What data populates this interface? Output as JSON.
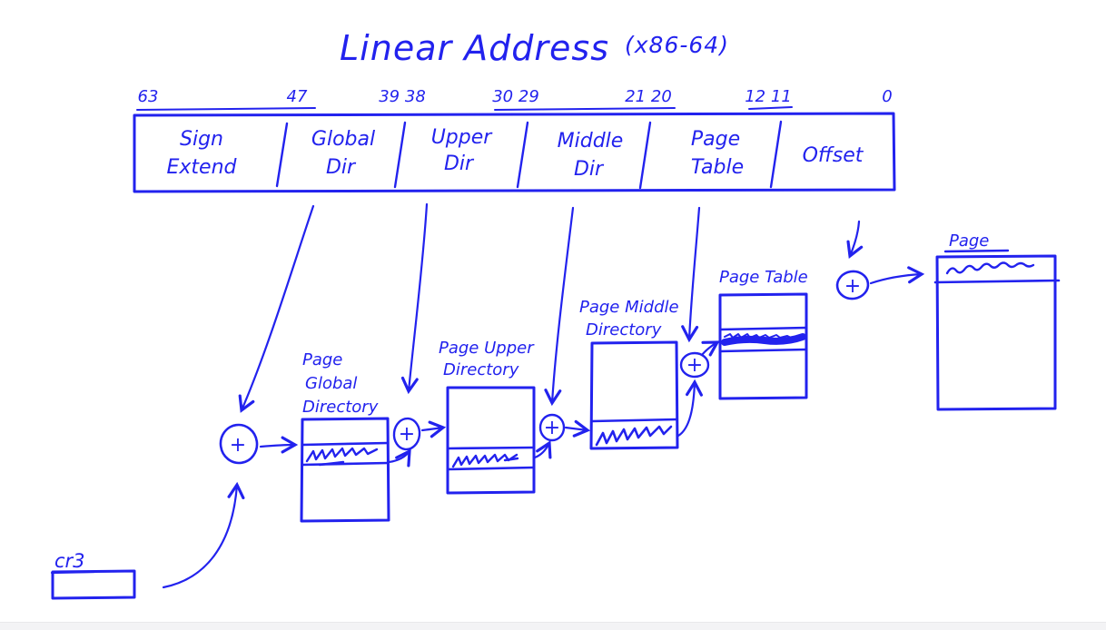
{
  "title": {
    "main": "Linear Address",
    "suffix": "(x86-64)"
  },
  "colors": {
    "ink": "#2222ee",
    "background": "#ffffff",
    "bottom_bar": "#f3f3f5"
  },
  "bitfield": {
    "bit_labels": [
      "63",
      "47",
      "39 38",
      "30 29",
      "21 20",
      "12 11",
      "0"
    ],
    "fields": [
      {
        "line1": "Sign",
        "line2": "Extend"
      },
      {
        "line1": "Global",
        "line2": "Dir"
      },
      {
        "line1": "Upper",
        "line2": "Dir"
      },
      {
        "line1": "Middle",
        "line2": "Dir"
      },
      {
        "line1": "Page",
        "line2": "Table"
      },
      {
        "line1": "Offset",
        "line2": ""
      }
    ]
  },
  "structures": {
    "pgd": {
      "label_lines": [
        "Page",
        "Global",
        "Directory"
      ]
    },
    "pud": {
      "label_lines": [
        "Page Upper",
        "Directory"
      ]
    },
    "pmd": {
      "label_lines": [
        "Page Middle",
        "Directory"
      ]
    },
    "pt": {
      "label_lines": [
        "Page Table"
      ]
    },
    "page": {
      "label_lines": [
        "Page"
      ]
    }
  },
  "register": {
    "label": "cr3"
  },
  "adders": {
    "symbol": "+"
  }
}
